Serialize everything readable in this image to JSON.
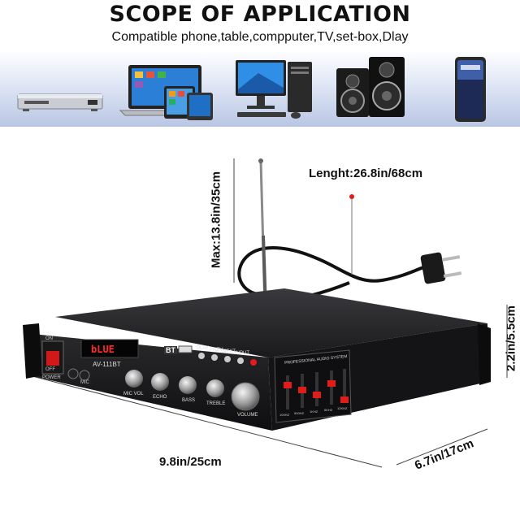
{
  "title": "SCOPE OF APPLICATION",
  "subtitle": "Compatible phone,table,compputer,TV,set-box,Dlay",
  "devices": [
    "set-top-box",
    "laptop",
    "tablet",
    "desktop-computer",
    "speakers",
    "smartphone"
  ],
  "cable": {
    "length_label": "Lenght:26.8in/68cm"
  },
  "dimensions": {
    "antenna_height": "Max:13.8in/35cm",
    "height": "2.2in/5.5cm",
    "width": "9.8in/25cm",
    "depth": "6.7in/17cm"
  },
  "amplifier": {
    "model": "AV-111BT",
    "display": "bLUE",
    "bt_label": "BT",
    "buttons": [
      "PLAY",
      "PREV",
      "NEXT",
      "INPUT"
    ],
    "power": {
      "on": "ON",
      "off": "OFF",
      "label": "POWER"
    },
    "knobs": [
      "MIC VOL",
      "ECHO",
      "BASS",
      "TREBLE"
    ],
    "volume_label": "VOLUME",
    "eq_title": "PROFESSIONAL AUDIO SYSTEM",
    "eq_bands": [
      "100HZ",
      "500HZ",
      "1KHZ",
      "6KHZ",
      "12KHZ"
    ],
    "mic_label": "MIC"
  },
  "colors": {
    "accent_red": "#e21b1b",
    "band_blue": "#b9c6e3",
    "chassis": "#1c1c1e"
  }
}
